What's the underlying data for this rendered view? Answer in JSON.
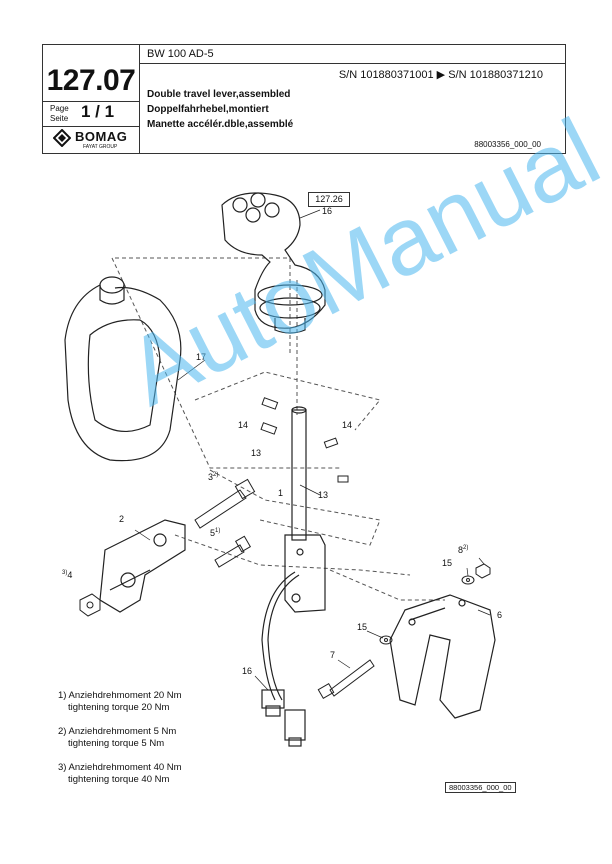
{
  "header": {
    "model": "BW 100 AD-5",
    "serial_range": "S/N 101880371001  ▶  S/N 101880371210",
    "page_number": "127.07",
    "page_label": "Page",
    "page_label2": "Seite",
    "page_value": "1 / 1",
    "logo_word": "BOMAG",
    "logo_sub": "FAYAT GROUP",
    "title_en": "Double travel lever,assembled",
    "title_de": "Doppelfahrhebel,montiert",
    "title_fr": "Manette accélér.dble,assemblé",
    "drawing_number": "88003356_000_00"
  },
  "diagram": {
    "ref_box": "127.26",
    "callouts": [
      "16",
      "17",
      "14",
      "14",
      "13",
      "13",
      "3",
      "2)",
      "1",
      "2",
      "5",
      "1)",
      "3)",
      "4",
      "8",
      "2)",
      "15",
      "6",
      "15",
      "7",
      "16"
    ]
  },
  "notes": [
    {
      "line1": "1) Anziehdrehmoment 20 Nm",
      "line2": "tightening torque 20 Nm"
    },
    {
      "line1": "2) Anziehdrehmoment 5 Nm",
      "line2": "tightening torque 5 Nm"
    },
    {
      "line1": "3) Anziehdrehmoment 40 Nm",
      "line2": "tightening torque 40 Nm"
    }
  ],
  "footer_drawing_number": "88003356_000_00",
  "watermark": "AutoManual",
  "colors": {
    "watermark": "#4db8f0",
    "lines": "#333333"
  }
}
